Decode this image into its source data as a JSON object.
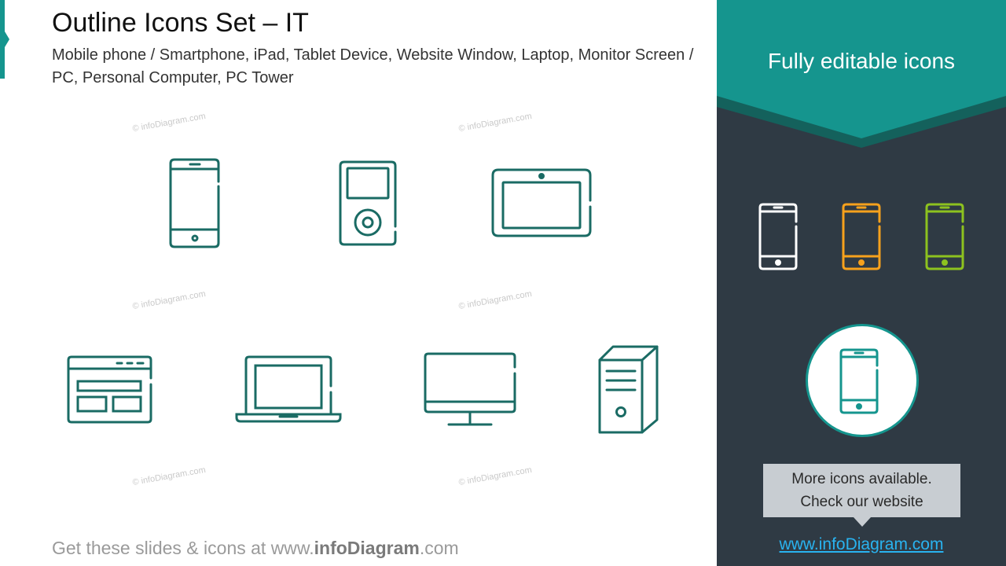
{
  "header": {
    "title": "Outline Icons Set – IT",
    "subtitle": "Mobile phone / Smartphone, iPad, Tablet Device, Website Window, Laptop, Monitor Screen / PC, Personal Computer, PC Tower"
  },
  "watermark": "© infoDiagram.com",
  "icons": [
    {
      "name": "smartphone-icon"
    },
    {
      "name": "ipod-icon"
    },
    {
      "name": "tablet-icon"
    },
    {
      "name": "website-window-icon"
    },
    {
      "name": "laptop-icon"
    },
    {
      "name": "monitor-icon"
    },
    {
      "name": "pc-tower-icon"
    }
  ],
  "footer": {
    "prefix": "Get these slides & icons at www.",
    "brand": "infoDiagram",
    "suffix": ".com"
  },
  "right_panel": {
    "banner_text": "Fully editable icons",
    "more_box_line1": "More icons available.",
    "more_box_line2": "Check our website",
    "link": "www.infoDiagram.com"
  },
  "colors": {
    "accent": "#15958e",
    "icon_stroke": "#1a6b64",
    "panel_bg": "#2f3a44",
    "white_variant": "#ffffff",
    "orange_variant": "#f7a11c",
    "green_variant": "#8dc21f",
    "link": "#29b3f0"
  }
}
